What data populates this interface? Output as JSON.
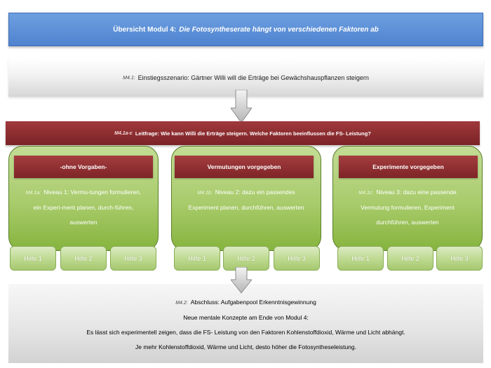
{
  "header": {
    "title_plain": "Übersicht Modul 4:",
    "title_italic": "Die Fotosyntheserate hängt von verschiedenen Faktoren ab"
  },
  "scenario": {
    "code": "M4.1:",
    "text": "Einstiegsszenario: Gärtner Willi will die Erträge bei Gewächshauspflanzen steigern"
  },
  "guiding_question": {
    "code": "M4.1a-c",
    "text": "Leitfrage: Wie kann Willi die Erträge steigern. Welche Faktoren beeinflussen die FS- Leistung?"
  },
  "levels": [
    {
      "title": "-ohne Vorgaben-",
      "code": "M4.1a:",
      "line1": "Niveau 1: Vermu-tungen formulieren,",
      "line2": "ein Experi-ment planen, durch-führen,",
      "line3": "auswerten",
      "help": [
        "Hilfe 1",
        "Hilfe 2",
        "Hilfe 3"
      ]
    },
    {
      "title": "Vermutungen vorgegeben",
      "code": "M4.1b:",
      "line1": "Niveau 2: dazu ein passendes",
      "line2": "Experiment planen, durchführen, auswerten",
      "line3": "",
      "help": [
        "Hilfe 1",
        "Hilfe 2",
        "Hilfe 3"
      ]
    },
    {
      "title": "Experimente vorgegeben",
      "code": "M4.1c:",
      "line1": "Niveau 3: dazu eine passende",
      "line2": "Vermutung formulieren, Experiment",
      "line3": "durchführen, auswerten",
      "help": [
        "Hilfe 1",
        "Hilfe 2",
        "Hilfe 3"
      ]
    }
  ],
  "conclusion": {
    "code": "M4.2:",
    "title": "Abschluss: Aufgabenpool Erkenntnisgewinnung",
    "line1": "Neue mentale Konzepte am Ende von Modul 4:",
    "line2": "Es lässt sich experimentell zeigen, dass die FS- Leistung von den Faktoren Kohlenstoffdioxid, Wärme und Licht abhängt.",
    "line3": "Je mehr Kohlenstoffdioxid, Wärme und Licht, desto höher die Fotosyntheseleistung."
  }
}
